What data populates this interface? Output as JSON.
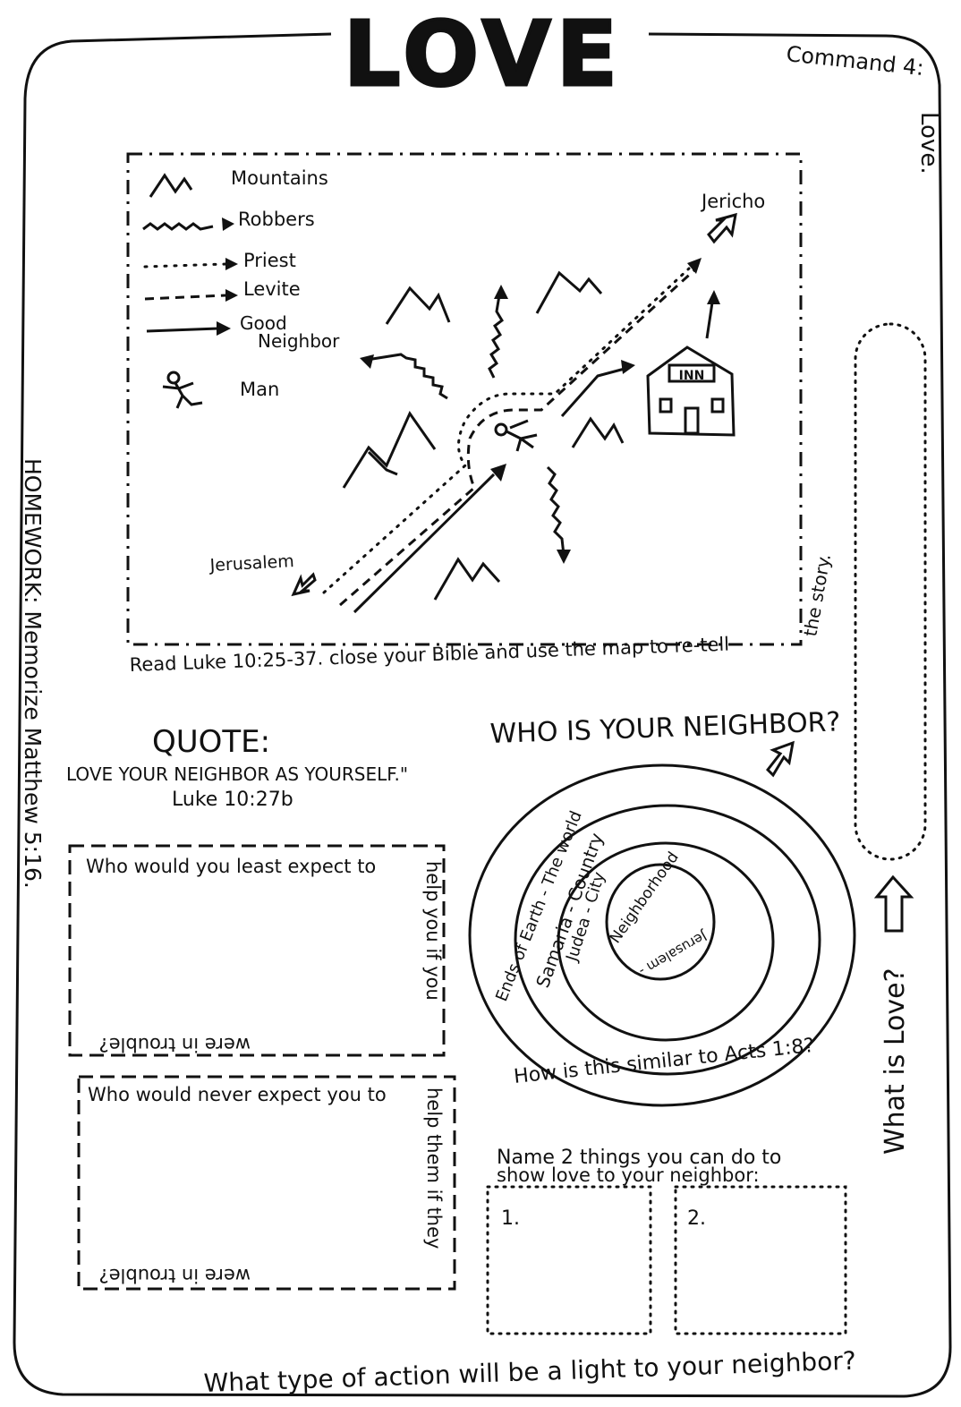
{
  "title": "LOVE",
  "command": {
    "line1": "Command 4:",
    "line2": "Love."
  },
  "homework": "HOMEWORK: Memorize Matthew 5:16.",
  "map": {
    "legend": {
      "mountains": "Mountains",
      "robbers": "Robbers",
      "priest": "Priest",
      "levite": "Levite",
      "good_neighbor_line1": "Good",
      "good_neighbor_line2": "Neighbor",
      "man": "Man"
    },
    "places": {
      "jericho": "Jericho",
      "jerusalem": "Jerusalem",
      "inn": "INN"
    },
    "instruction_line1": "Read Luke 10:25-37. close your Bible and use the map to re-tell",
    "instruction_line2": "the story."
  },
  "quote": {
    "heading": "QUOTE:",
    "text": "LOVE YOUR NEIGHBOR AS YOURSELF.\"",
    "reference": "Luke 10:27b"
  },
  "box_expect": {
    "top": "Who would you least expect to",
    "right": "help you if you",
    "bottom": "were in trouble?"
  },
  "box_never": {
    "top": "Who would never expect you to",
    "right": "help them if they",
    "bottom": "were in trouble?"
  },
  "neighbor": {
    "heading": "WHO IS YOUR NEIGHBOR?",
    "ring_outer": "Ends of Earth - The world",
    "ring_third": "Samaria - Country",
    "ring_second": "Judea - City",
    "ring_inner_top": "Neighborhood",
    "ring_inner_bottom": "Jerusalem -",
    "acts_question": "How is this similar to Acts 1:8?"
  },
  "actions": {
    "heading_line1": "Name 2 things you can do to",
    "heading_line2": "show love to your neighbor:",
    "item1": "1.",
    "item2": "2."
  },
  "what_is_love": "What is Love?",
  "bottom_question": "What type of action will be a light to your neighbor?"
}
